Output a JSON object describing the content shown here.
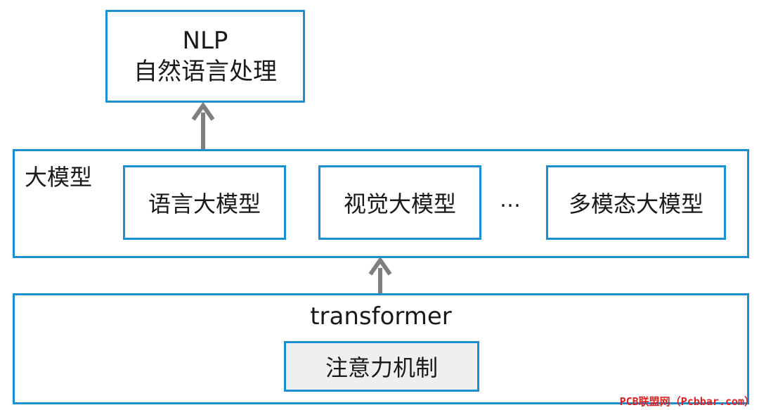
{
  "nlp": {
    "line1": "NLP",
    "line2": "自然语言处理"
  },
  "big_model": {
    "title": "大模型",
    "items": [
      {
        "label": "语言大模型"
      },
      {
        "label": "视觉大模型"
      },
      {
        "label": "多模态大模型"
      }
    ],
    "ellipsis": "…"
  },
  "transformer": {
    "title": "transformer",
    "inner": "注意力机制"
  },
  "watermark": "PCB联盟网（Pcbbar.com）",
  "colors": {
    "box_border": "#1b8fd1",
    "arrow": "#7f7f7f",
    "inner_fill": "#efefef",
    "watermark": "#e02020"
  }
}
